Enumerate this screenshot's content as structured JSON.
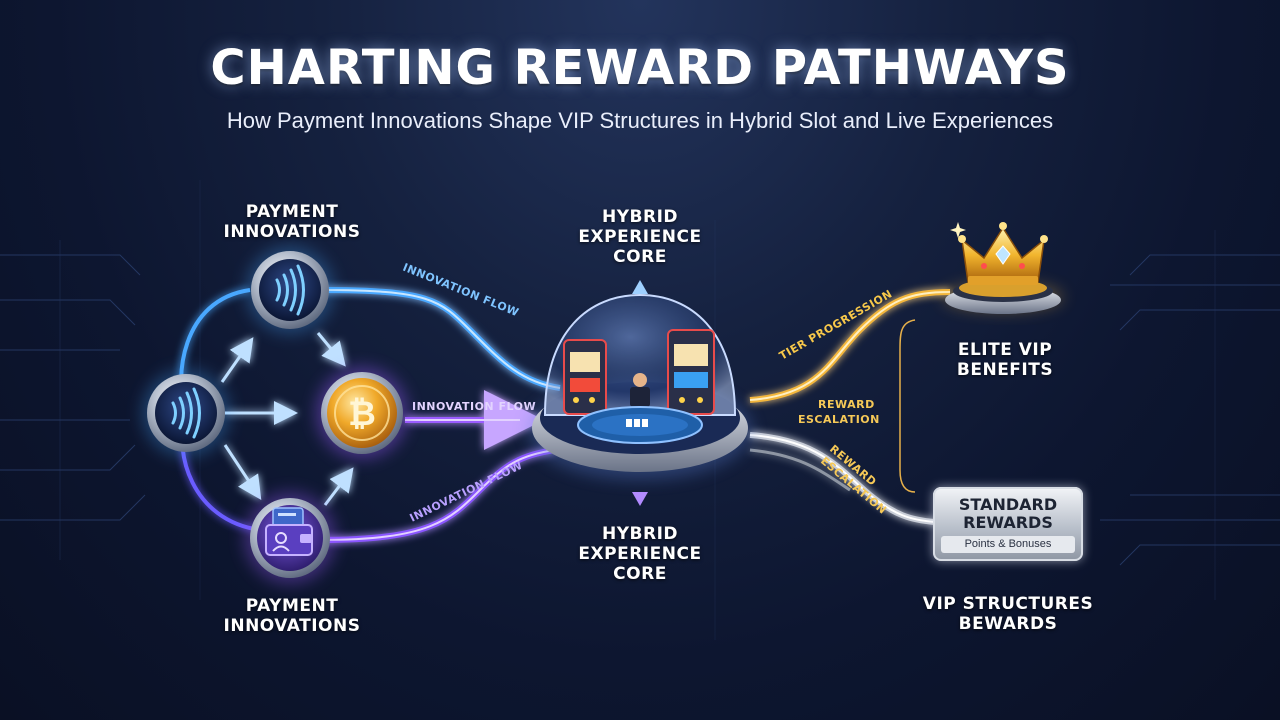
{
  "title": "CHARTING REWARD PATHWAYS",
  "subtitle": "How Payment Innovations Shape VIP Structures in Hybrid Slot and Live Experiences",
  "left": {
    "top_label": [
      "PAYMENT",
      "INNOVATIONS"
    ],
    "bottom_label": [
      "PAYMENT",
      "INNOVATIONS"
    ]
  },
  "center": {
    "top_label": [
      "HYBRID",
      "EXPERIENCE",
      "CORE"
    ],
    "bottom_label": [
      "HYBRID",
      "EXPERIENCE",
      "CORE"
    ]
  },
  "flows": {
    "top": "INNOVATION FLOW",
    "middle": "INNOVATION FLOW",
    "bottom": "INNOVATION FLOW",
    "tier": "TIER PROGRESSION",
    "reward_1": [
      "REWARD",
      "ESCALATION"
    ],
    "reward_2": [
      "REWARD",
      "ESCALATION"
    ]
  },
  "right": {
    "elite_label": [
      "ELITE VIP",
      "BENEFITS"
    ],
    "badge_title": [
      "STANDARD",
      "REWARDS"
    ],
    "badge_sub": "Points & Bonuses",
    "bottom_label": [
      "VIP STRUCTURES",
      "BEWARDS"
    ]
  },
  "icons": {
    "contactless": "contactless-payment-icon",
    "crypto": "bitcoin-coin-icon",
    "wallet": "digital-wallet-icon",
    "crown": "crown-icon",
    "casino": "casino-dome-icon"
  },
  "colors": {
    "blue_flow": "#4aa8ff",
    "purple_flow": "#9b5cff",
    "gold_flow": "#f3b63a",
    "silver_flow": "#c9ced8",
    "background": "#0d1630"
  }
}
